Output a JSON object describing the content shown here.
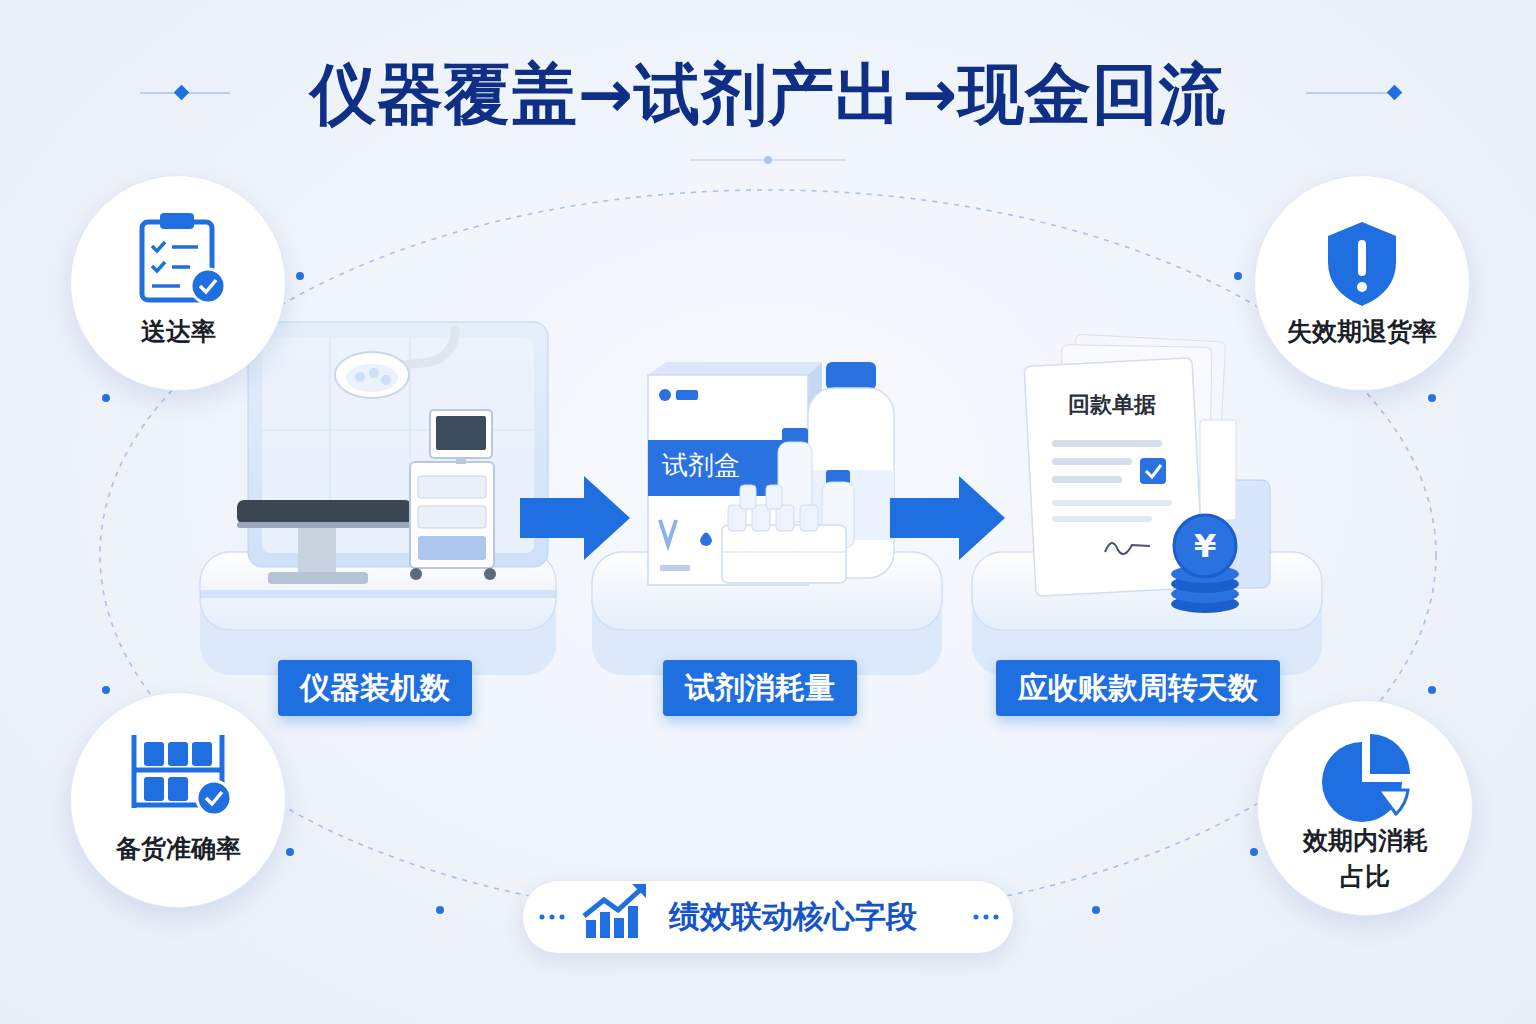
{
  "diagram": {
    "title": "仪器覆盖→试剂产出→现金回流",
    "nodes": [
      {
        "text": [
          "送达率"
        ]
      },
      {
        "text": [
          "失效期退货率"
        ]
      },
      {
        "text": [
          "仪器装机数"
        ]
      },
      {
        "text": [
          "试剂消耗量"
        ]
      },
      {
        "text": [
          "应收账款周转天数"
        ]
      },
      {
        "text": [
          "备货准确率"
        ]
      },
      {
        "text": [
          "效期内消耗 占比"
        ]
      },
      {
        "text": [
          "绩效联动核心字段"
        ]
      }
    ],
    "edges": [
      {
        "from": 2,
        "to": 3,
        "arrow": "to"
      },
      {
        "from": 3,
        "to": 4,
        "arrow": "to"
      }
    ],
    "labels": [
      "试剂盒",
      "回款单据",
      "¥"
    ]
  }
}
